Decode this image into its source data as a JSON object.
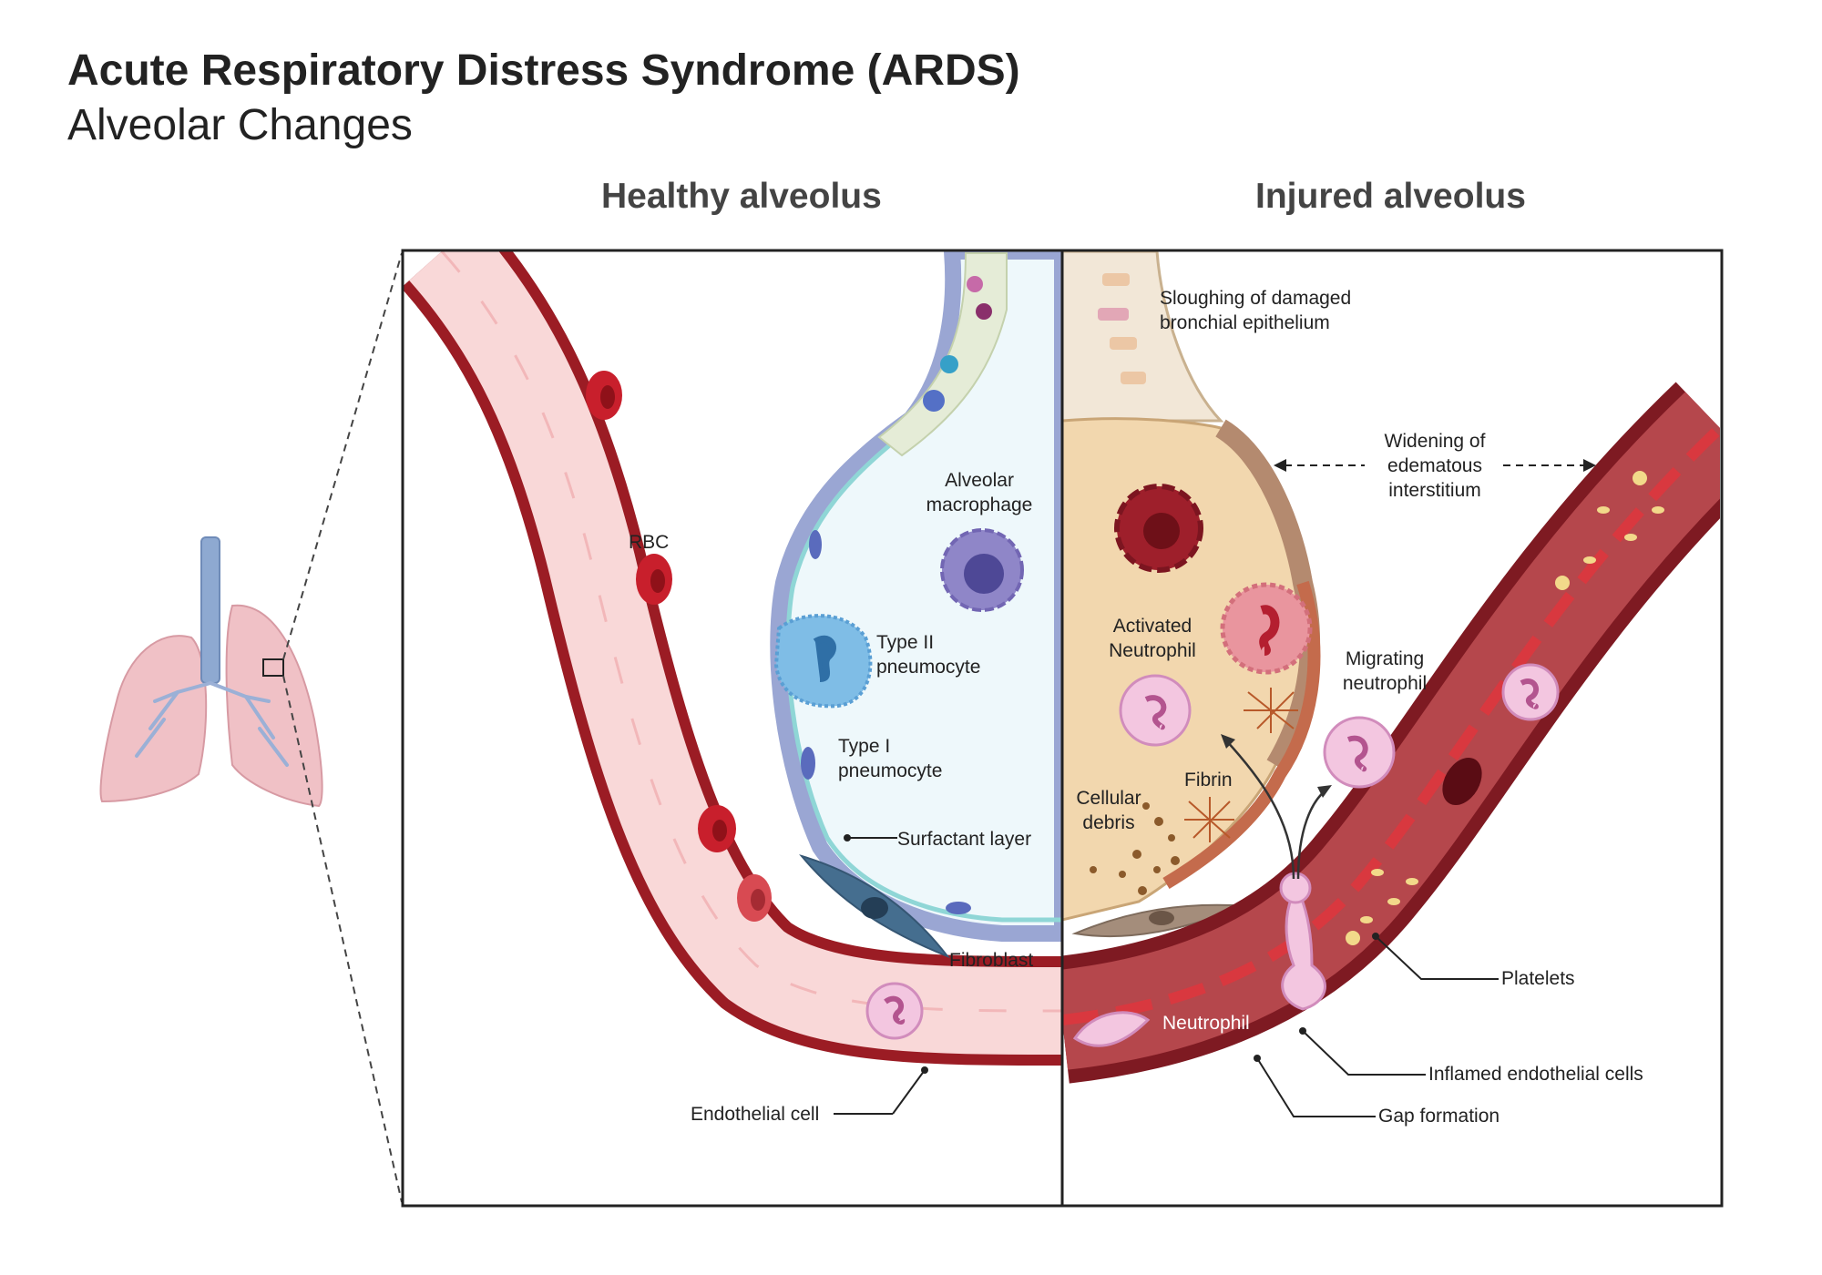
{
  "title": "Acute Respiratory Distress Syndrome (ARDS)",
  "subtitle": "Alveolar Changes",
  "panels": {
    "healthy": "Healthy alveolus",
    "injured": "Injured alveolus"
  },
  "labels": {
    "rbc": "RBC",
    "alveolar_macrophage": [
      "Alveolar",
      "macrophage"
    ],
    "type2": [
      "Type II",
      "pneumocyte"
    ],
    "type1": [
      "Type I",
      "pneumocyte"
    ],
    "surfactant": "Surfactant layer",
    "fibroblast": "Fibroblast",
    "endothelial": "Endothelial cell",
    "sloughing": [
      "Sloughing of damaged",
      "bronchial epithelium"
    ],
    "widening": [
      "Widening of",
      "edematous",
      "interstitium"
    ],
    "activated_neutrophil": [
      "Activated",
      "Neutrophil"
    ],
    "migrating_neutrophil": [
      "Migrating",
      "neutrophil"
    ],
    "cellular_debris": [
      "Cellular",
      "debris"
    ],
    "fibrin": "Fibrin",
    "neutrophil": "Neutrophil",
    "platelets": "Platelets",
    "inflamed_endothelial": "Inflamed endothelial cells",
    "gap_formation": "Gap formation"
  },
  "colors": {
    "vessel_wall_healthy": "#9b1c24",
    "vessel_lumen_healthy": "#f9d8d8",
    "vessel_wall_injured": "#7e1a22",
    "vessel_lumen_injured": "#b5474c",
    "alveolus_fill": "#eef8fb",
    "alveolus_wall": "#9aa6d3",
    "surfactant": "#8fd6d6",
    "edema": "#f2d7ae",
    "lung": "#f0c1c6",
    "trachea": "#8ea9d1"
  }
}
